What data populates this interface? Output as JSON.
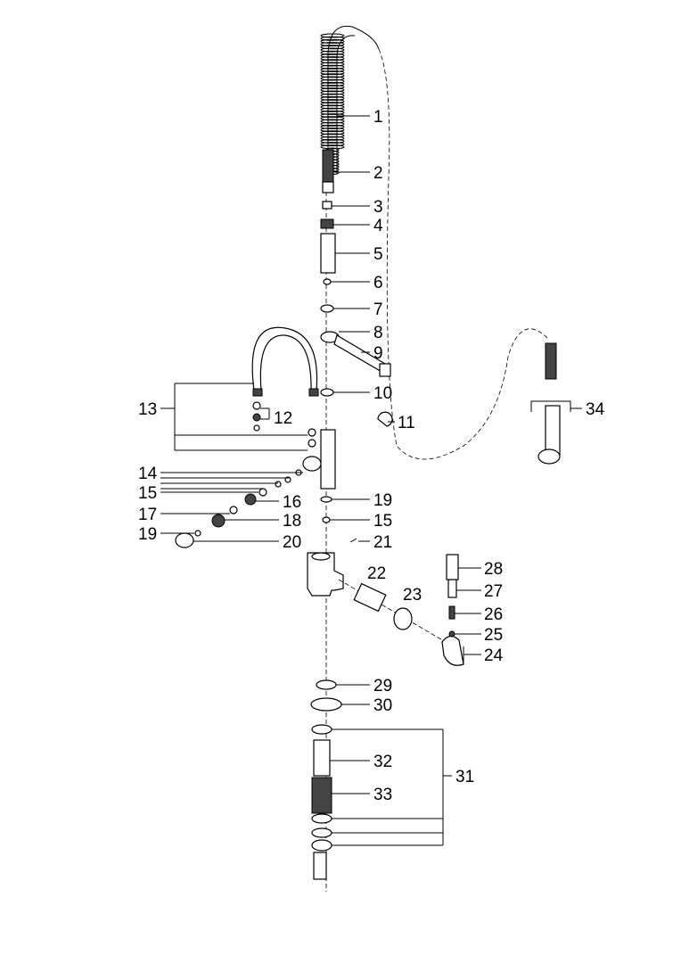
{
  "diagram": {
    "title_hidden": null,
    "callouts": [
      "1",
      "2",
      "3",
      "4",
      "5",
      "6",
      "7",
      "8",
      "9",
      "10",
      "11",
      "12",
      "13",
      "14",
      "15",
      "16",
      "17",
      "18",
      "19",
      "15",
      "19",
      "20",
      "21",
      "22",
      "23",
      "24",
      "25",
      "26",
      "27",
      "28",
      "29",
      "30",
      "31",
      "32",
      "33",
      "34"
    ]
  }
}
